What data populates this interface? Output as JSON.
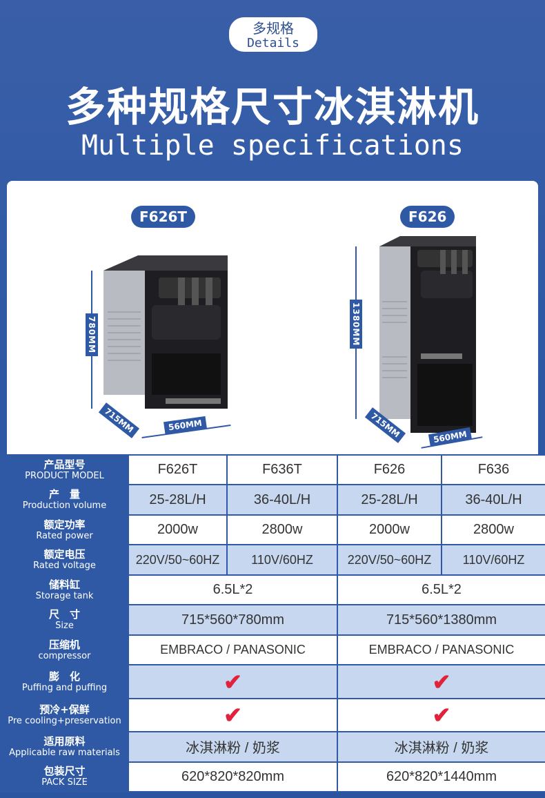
{
  "header": {
    "pill_zh": "多规格",
    "pill_en": "Details",
    "title_zh": "多种规格尺寸冰淇淋机",
    "title_en": "Multiple specifications"
  },
  "products": [
    {
      "tag": "F626T",
      "height": "780MM",
      "depth": "715MM",
      "width": "560MM"
    },
    {
      "tag": "F626",
      "height": "1380MM",
      "depth": "715MM",
      "width": "560MM"
    }
  ],
  "table": {
    "rows": [
      {
        "zh": "产品型号",
        "en": "PRODUCT MODEL",
        "cells": [
          "F626T",
          "F636T",
          "F626",
          "F636"
        ]
      },
      {
        "zh": "产　量",
        "en": "Production volume",
        "cells": [
          "25-28L/H",
          "36-40L/H",
          "25-28L/H",
          "36-40L/H"
        ]
      },
      {
        "zh": "额定功率",
        "en": "Rated power",
        "cells": [
          "2000w",
          "2800w",
          "2000w",
          "2800w"
        ]
      },
      {
        "zh": "额定电压",
        "en": "Rated voltage",
        "cells": [
          "220V/50~60HZ",
          "110V/60HZ",
          "220V/50~60HZ",
          "110V/60HZ"
        ]
      },
      {
        "zh": "储料缸",
        "en": "Storage tank",
        "cells": [
          "6.5L*2",
          "6.5L*2"
        ]
      },
      {
        "zh": "尺　寸",
        "en": "Size",
        "cells": [
          "715*560*780mm",
          "715*560*1380mm"
        ]
      },
      {
        "zh": "压缩机",
        "en": "compressor",
        "cells": [
          "EMBRACO / PANASONIC",
          "EMBRACO / PANASONIC"
        ]
      },
      {
        "zh": "膨　化",
        "en": "Puffing and puffing",
        "cells": [
          "✔",
          "✔"
        ]
      },
      {
        "zh": "预冷+保鲜",
        "en": "Pre cooling+preservation",
        "cells": [
          "✔",
          "✔"
        ]
      },
      {
        "zh": "适用原料",
        "en": "Applicable raw materials",
        "cells": [
          "冰淇淋粉 / 奶浆",
          "冰淇淋粉 / 奶浆"
        ]
      },
      {
        "zh": "包装尺寸",
        "en": "PACK SIZE",
        "cells": [
          "620*820*820mm",
          "620*820*1440mm"
        ]
      }
    ]
  },
  "colors": {
    "brand_blue": "#2f59a5",
    "check_red": "#e0223a",
    "row_alt": "#c6d7ef"
  }
}
